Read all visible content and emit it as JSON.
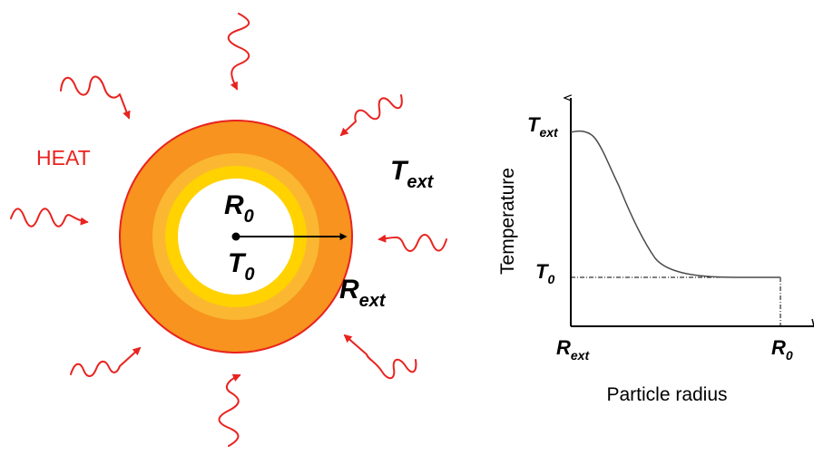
{
  "particle": {
    "heat_label": "HEAT",
    "core_radius": {
      "main": "R",
      "sub": "0"
    },
    "core_temp": {
      "main": "T",
      "sub": "0"
    },
    "outer_radius": {
      "main": "R",
      "sub": "ext"
    },
    "outer_temp": {
      "main": "T",
      "sub": "ext"
    },
    "colors": {
      "outer_shell": "#f7931e",
      "middle_shell": "#fbb731",
      "inner_shell": "#ffd200",
      "core": "#ffffff",
      "rim": "#e8231f",
      "heat_arrow": "#e8231f",
      "radius_arrow": "#000000"
    }
  },
  "graph": {
    "y_axis_title": "Temperature",
    "x_axis_title": "Particle radius",
    "y_tick_top": {
      "main": "T",
      "sub": "ext"
    },
    "y_tick_bottom": {
      "main": "T",
      "sub": "0"
    },
    "x_tick_left": {
      "main": "R",
      "sub": "ext"
    },
    "x_tick_right": {
      "main": "R",
      "sub": "0"
    }
  }
}
